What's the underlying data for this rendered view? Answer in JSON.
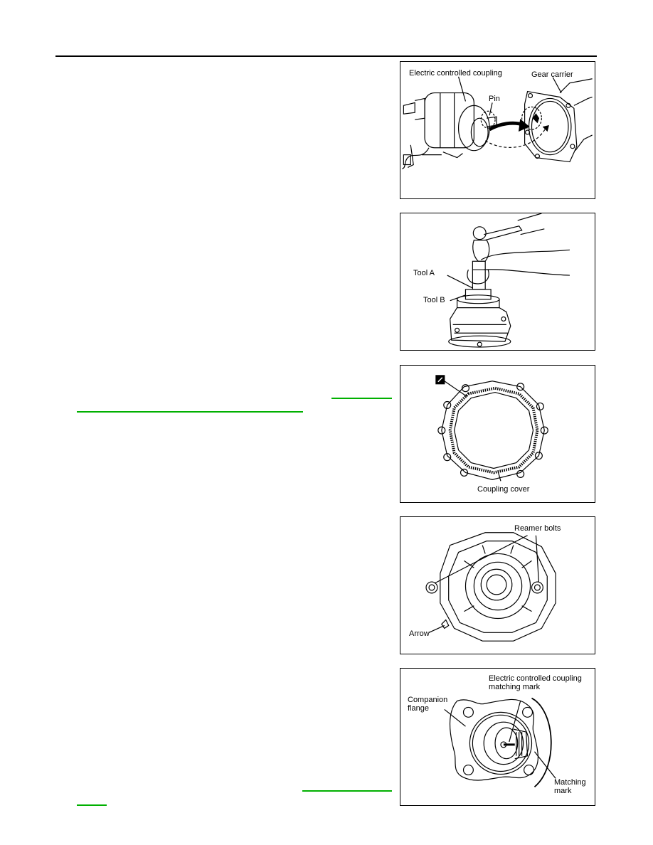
{
  "figures": [
    {
      "labels": {
        "coupling": "Electric controlled coupling",
        "carrier": "Gear carrier",
        "pin": "Pin"
      }
    },
    {
      "labels": {
        "tool_a": "Tool A",
        "tool_b": "Tool B"
      }
    },
    {
      "labels": {
        "cover": "Coupling cover"
      }
    },
    {
      "labels": {
        "bolts": "Reamer bolts",
        "arrow": "Arrow"
      }
    },
    {
      "labels": {
        "mark_line1": "Electric controlled coupling",
        "mark_line2": "matching mark",
        "flange_line1": "Companion",
        "flange_line2": "flange",
        "matching_line1": "Matching",
        "matching_line2": "mark"
      }
    }
  ],
  "colors": {
    "link": "#00b000",
    "rule": "#000000"
  },
  "icons": [
    "sealant-application-icon",
    "arrow-mark-icon"
  ]
}
